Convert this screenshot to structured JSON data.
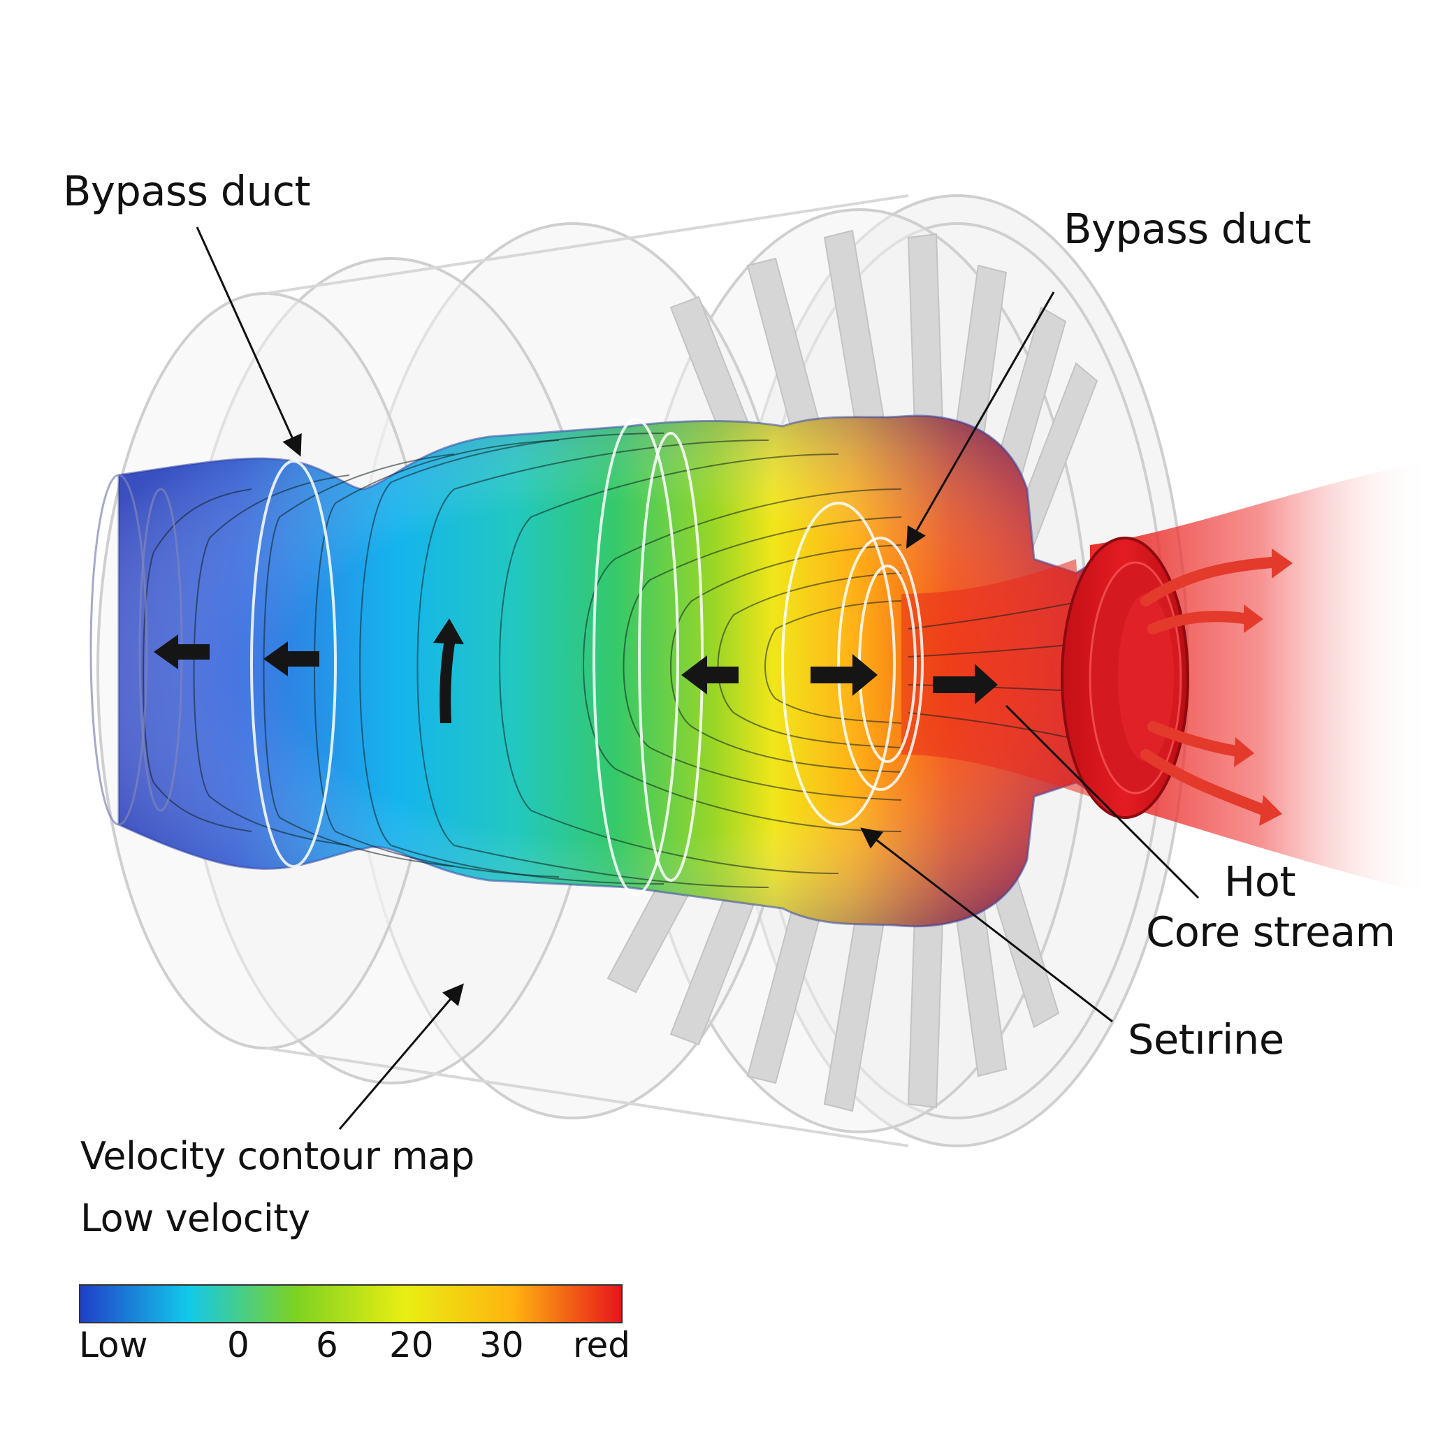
{
  "labels": {
    "bypass_duct_left": "Bypass duct",
    "bypass_duct_right": "Bypass duct",
    "hot": "Hot",
    "core_stream": "Core stream",
    "setirine": "Setırine",
    "velocity_contour_map": "Velocity contour map",
    "low_velocity": "Low velocity"
  },
  "colorbar": {
    "ticks": [
      "Low",
      "0",
      "6",
      "20",
      "30",
      "red"
    ],
    "colors": [
      "#1f3fc8",
      "#12c9ea",
      "#7ed221",
      "#e9ee12",
      "#ffb310",
      "#e6151b"
    ]
  },
  "flow_arrows": {
    "color": "#1a1a1a",
    "plume_color": "#e8231f"
  }
}
